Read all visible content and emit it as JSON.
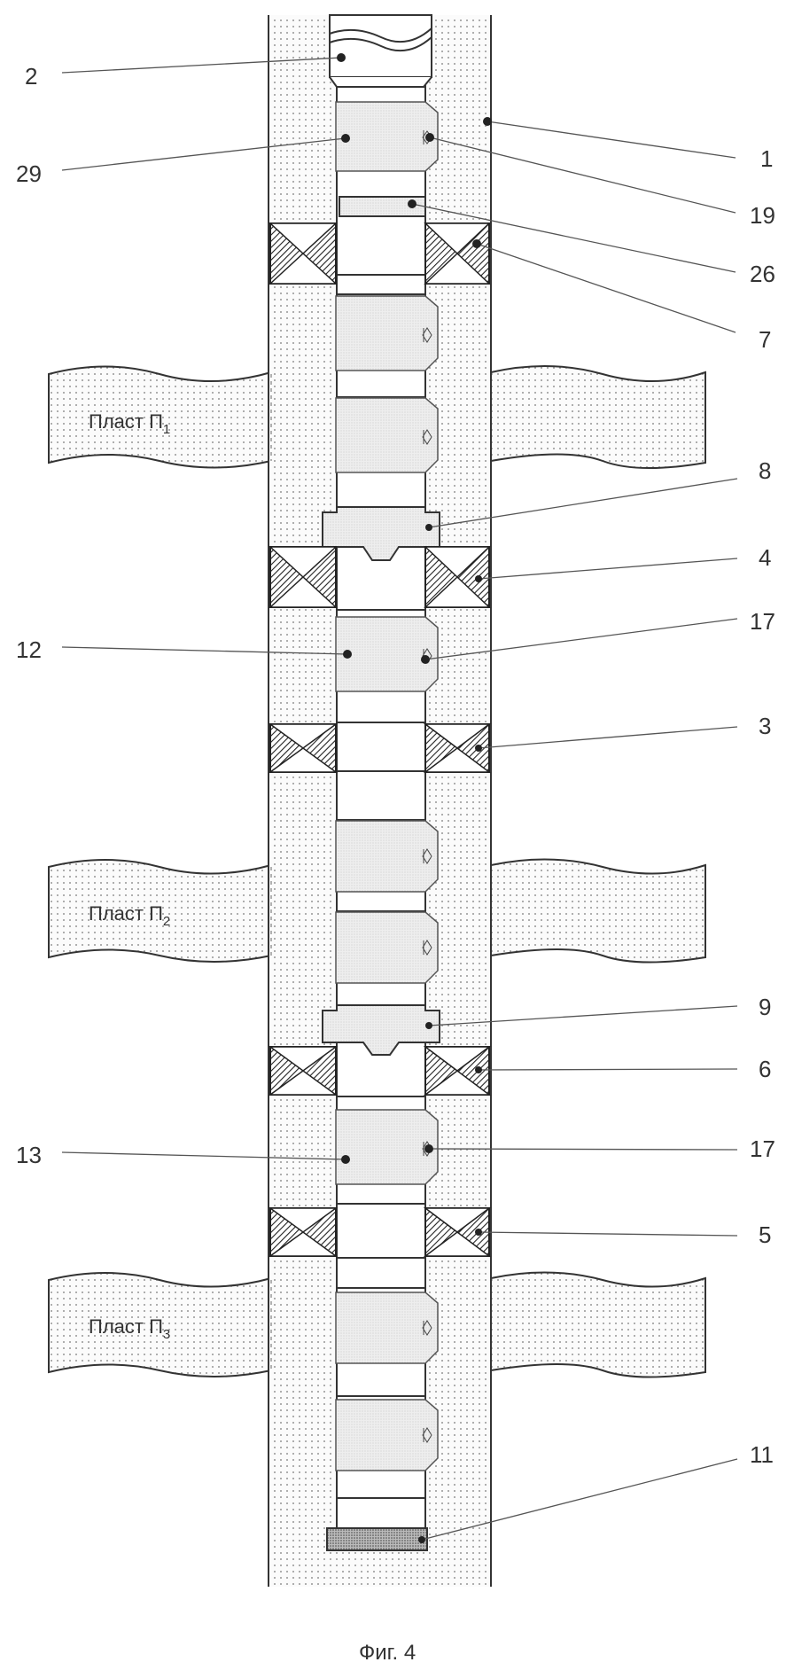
{
  "figure": {
    "caption": "Фиг. 4",
    "formations": [
      {
        "label": "Пласт П",
        "sub": "1"
      },
      {
        "label": "Пласт П",
        "sub": "2"
      },
      {
        "label": "Пласт П",
        "sub": "3"
      }
    ],
    "labels_left": [
      "2",
      "29",
      "12",
      "13"
    ],
    "labels_right": [
      "1",
      "19",
      "26",
      "7",
      "8",
      "4",
      "17",
      "3",
      "9",
      "6",
      "17",
      "5",
      "11"
    ]
  }
}
